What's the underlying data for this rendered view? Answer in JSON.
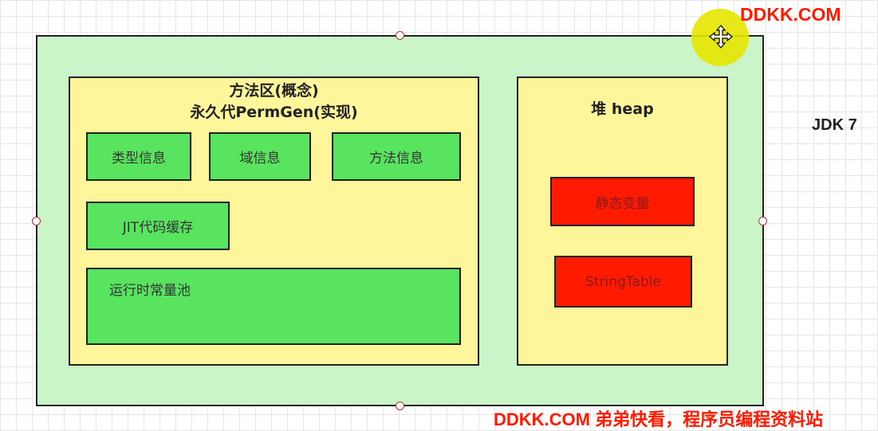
{
  "method_area": {
    "title_line1": "方法区(概念)",
    "title_line2": "永久代PermGen(实现)"
  },
  "boxes": {
    "type_info": "类型信息",
    "field_info": "域信息",
    "method_info": "方法信息",
    "jit_cache": "JIT代码缓存",
    "runtime_pool": "运行时常量池"
  },
  "heap": {
    "title": "堆 heap",
    "static_vars": "静态变量",
    "string_table": "StringTable"
  },
  "jdk_label": "JDK 7",
  "watermark": {
    "top": "DDKK.COM",
    "bottom": "DDKK.COM 弟弟快看，程序员编程资料站"
  },
  "colors": {
    "outer": "#c9f5c9",
    "area": "#fff59a",
    "green_box": "#58e45e",
    "red_box": "#ff1a00",
    "cursor_highlight": "#e6e600"
  },
  "icons": {
    "cursor": "move-cursor-icon"
  }
}
